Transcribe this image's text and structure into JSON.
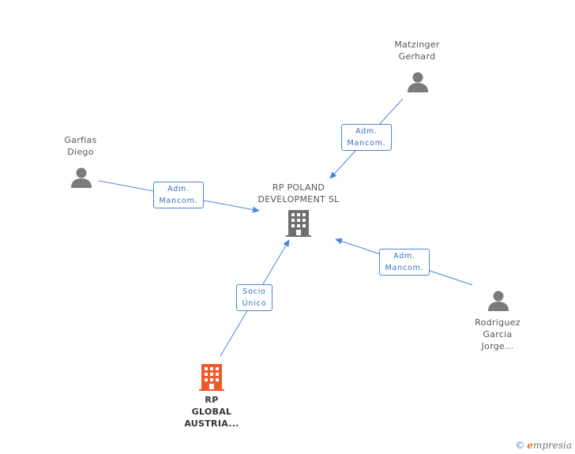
{
  "nodes": {
    "center": {
      "line1": "RP POLAND",
      "line2": "DEVELOPMENT SL",
      "icon": "building-icon"
    },
    "matzinger": {
      "line1": "Matzinger",
      "line2": "Gerhard",
      "icon": "person-icon"
    },
    "garfias": {
      "line1": "Garfias",
      "line2": "Diego",
      "icon": "person-icon"
    },
    "rodriguez": {
      "line1": "Rodriguez",
      "line2": "Garcia",
      "line3": "Jorge...",
      "icon": "person-icon"
    },
    "rp_global": {
      "line1": "RP",
      "line2": "GLOBAL",
      "line3": "AUSTRIA...",
      "icon": "building-icon"
    }
  },
  "edges": {
    "matzinger": {
      "line1": "Adm.",
      "line2": "Mancom."
    },
    "garfias": {
      "line1": "Adm.",
      "line2": "Mancom."
    },
    "rodriguez": {
      "line1": "Adm.",
      "line2": "Mancom."
    },
    "rp_global": {
      "line1": "Socio",
      "line2": "Único"
    }
  },
  "colors": {
    "edge": "#4a86d8",
    "person": "#7b7b7b",
    "center_building": "#6f6f6f",
    "highlight_building": "#f05a28"
  },
  "brand": {
    "copyright": "©",
    "initial": "e",
    "rest": "mpresia"
  }
}
